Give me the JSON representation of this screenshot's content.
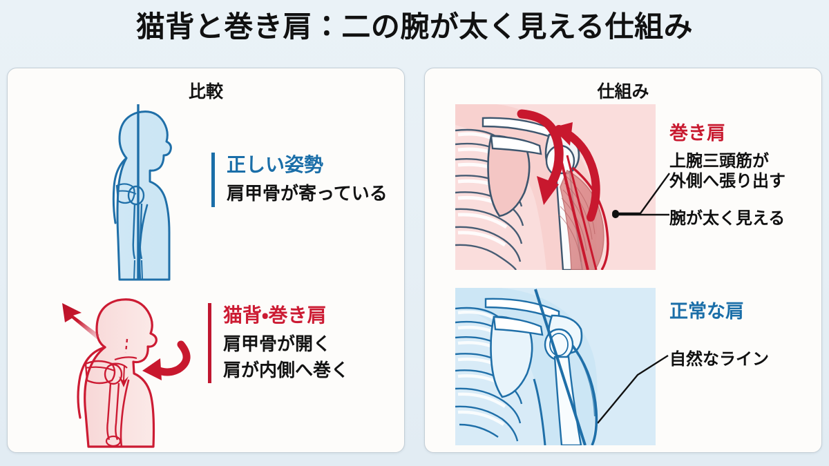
{
  "page": {
    "title": "猫背と巻き肩：二の腕が太く見える仕組み",
    "background_color": "#e7f0f5",
    "accent_blue": "#1a6ea8",
    "accent_red": "#c81a30",
    "card_background": "#fdfcfa",
    "card_border": "#c3ced6"
  },
  "left_panel": {
    "header": "比較",
    "good_posture": {
      "figure_name": "blue-side-profile-with-plumb-line",
      "title": "正しい姿勢",
      "lines": [
        "肩甲骨が寄っている"
      ],
      "accent": "#1a6ea8"
    },
    "bad_posture": {
      "figure_name": "red-slouched-profile-with-arrows",
      "title": "猫背・巻き肩",
      "lines": [
        "肩甲骨が開く",
        "肩が内側へ巻く"
      ],
      "accent": "#cc1b33"
    }
  },
  "right_panel": {
    "header": "仕組み",
    "rolled_shoulder": {
      "figure_name": "red-shoulder-anatomy-rotation",
      "title": "巻き肩",
      "annotations": [
        "上腕三頭筋が",
        "外側へ張り出す",
        "腕が太く見える"
      ],
      "accent": "#c81a30"
    },
    "normal_shoulder": {
      "figure_name": "blue-shoulder-anatomy-normal",
      "title": "正常な肩",
      "annotations": [
        "自然なライン"
      ],
      "accent": "#1a6ea8"
    }
  }
}
